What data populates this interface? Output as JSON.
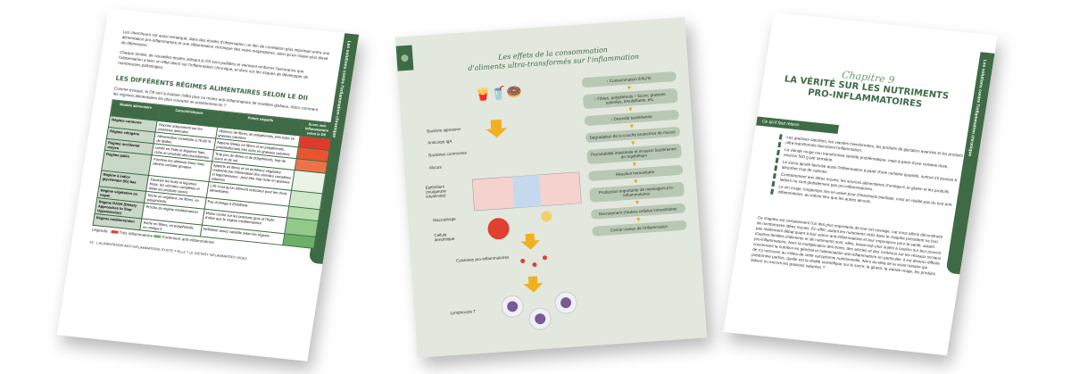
{
  "page_left": {
    "paragraphs": [
      "Les chercheurs ont aussi remarqué, dans des études d'observation, un lien de corrélation plus important entre une alimentation pro-inflammatoire et une inflammation chronique des voies respiratoires, ainsi qu'un risque plus élevé de dépression.",
      "Chaque année, de nouvelles études utilisant le DII sont publiées et viennent renforcer l'assurance que l'alimentation a bien un effet direct sur l'inflammation chronique, et donc sur les risques de développer de nombreuses pathologies."
    ],
    "heading": "LES DIFFÉRENTS RÉGIMES ALIMENTAIRES SELON LE DII",
    "intro": "Comme évoqué, le DII sert à évaluer l'effet plus ou moins anti-inflammatoire de modèles globaux. Alors comment les régimes alimentaires les plus courants se positionnent-ils ?",
    "table_headers": [
      "Modèle alimentaire",
      "Caractéristiques",
      "Points négatifs",
      "Score anti-inflammatoire selon le DII"
    ],
    "rows": [
      {
        "model": "Régime carnivore",
        "char": "Repose uniquement sur les protéines animales",
        "neg": "Absence de fibres, de polyphénols, très riche en graisses saturées",
        "color": "#e03a2e"
      },
      {
        "model": "Régime cétogène",
        "char": "Alimentation constituée à 70-80 % de lipides",
        "neg": "Apports limités en fibres et en polyphénols, potentiellement très riche en graisses saturées",
        "color": "#e8552f"
      },
      {
        "model": "Régime occidental moyen",
        "char": "Limité en fruits et légumes frais, riche en produits ultra-transformés",
        "neg": "Trop peu de fibres et de polyphénols, trop de sucre et de sel",
        "color": "#ee7248"
      },
      {
        "model": "Régime paléo",
        "char": "Favorise les aliments bruts mais élimine certains groupes",
        "neg": "Apports en fibres et en protéines végétales restreints par l'élimination des céréales complètes et légumineuses ; peut être trop riche en graisses saturées",
        "color": "#eaf3e6"
      },
      {
        "model": "Régime à indice glycémique (IG) bas",
        "char": "Favorise les fruits et légumes bruts, les céréales complètes et limite les produits sucrés",
        "neg": "L'IG n'est qu'un élément réducteur pour les choix alimentaires",
        "color": "#d2e8cc"
      },
      {
        "model": "Régime végétarien ou vegan",
        "char": "Riche en végétaux, en fibres, en polyphénols",
        "neg": "Pas d'oméga-3 EPA/DHA",
        "color": "#b9dcb0"
      },
      {
        "model": "Régime DASH (Dietary Approaches to Stop Hypertension)",
        "char": "Proche du régime méditerranéen",
        "neg": "Moins centré sur les poissons gras et l'huile d'olive que le régime méditerranéen",
        "color": "#92c98a"
      },
      {
        "model": "Régime méditerranéen",
        "char": "Riche en fibres, en polyphénols, en oméga-3",
        "neg": "Définition assez variable selon les régions",
        "color": "#6cb068"
      }
    ],
    "legend_label": "Légende :",
    "legend_red": "Très inflammatoire",
    "legend_green": "Fortement anti-inflammatoire",
    "footer": "42 · L'ALIMENTATION ANTI-INFLAMMATOIRE EXISTE-T-ELLE ? LE DIETARY INFLAMMATORY INDEX",
    "side_tab": "Les solutions contre l'inflammation chronique"
  },
  "page_middle": {
    "title_line1": "Les effets de la consommation",
    "title_line2": "d'aliments ultra-transformés sur l'inflammation",
    "labels": [
      "Bactérie agressive",
      "Anticorps IgA",
      "Bactéries communes",
      "Mucus",
      "Épithélium (muqueuse intestinale)",
      "Macrophage",
      "Cellule dendritique",
      "Cytokines pro-inflammatoires",
      "Lymphocyte T"
    ],
    "steps": [
      "↑ Consommation d'AUTs",
      "↓ Fibres, polyphénols ↑ Sucre, graisses saturées, émulsifiants, etc.",
      "↓ Diversité bactérienne",
      "Dégradation de la couche protectrice de mucus",
      "Perméabilité intestinale et invasion bactérienne de l'épithélium",
      "Réaction immunitaire",
      "Production importante de messagers pro-inflammatoires",
      "Recrutement d'autres cellules immunitaires",
      "Cercle vicieux de l'inflammation"
    ]
  },
  "page_right": {
    "chapter": "Chapitre 9",
    "title_line1": "LA VÉRITÉ SUR LES NUTRIMENTS",
    "title_line2": "PRO-INFLAMMATOIRES",
    "box_label": "Ce qu'il faut retenir",
    "points": [
      "Les graisses saturées, les viandes transformées, les produits de glycation avancée et les produits ultra-transformés favorisent l'inflammation.",
      "La viande rouge non transformée semble problématique, mais à partir d'une certaine dose, environ 500 g par semaine.",
      "Le sucre ajouté favorise aussi l'inflammation à partir d'une certaine quantité, surtout s'il pousse à absorber trop de calories.",
      "Contrairement aux idées reçues, les sources alimentaires d'oméga-6, le gluten et les produits laitiers ne sont globalement pas pro-inflammatoires.",
      "Le vin rouge, longtemps mis en avant pour d'éventuels bienfaits, n'est en réalité pas du tout anti-inflammatoire, au même titre que les autres alcools."
    ],
    "body": "Ce chapitre est certainement l'un des plus importants de tout cet ouvrage, car nous allons déconstruire de nombreuses idées reçues. En effet, autant les nutriments cités dans le chapitre précédent ne font pas réellement débat quant à leur action anti-inflammatoire et leur importance pour la santé, autant d'autres familles d'aliments et de nutriments sont, elles, beaucoup plus sujets à caution sur leur pouvoir pro-inflammatoire. Avec la multiplication des livres, des articles et des contenus sur les réseaux sociaux concernant la nutrition en général et l'alimentation anti-inflammatoire en particulier, il est devenu difficile de s'y retrouver au milieu de cette cacophonie nutritionnelle. Alors au-delà de la vision binaire qui prédomine parfois, quelle est la réalité scientifique sur le sucre, le gluten, la viande rouge, les produits laitiers ou encore les graisses saturées ?",
    "side_tab": "Les solutions contre l'inflammation chronique"
  }
}
